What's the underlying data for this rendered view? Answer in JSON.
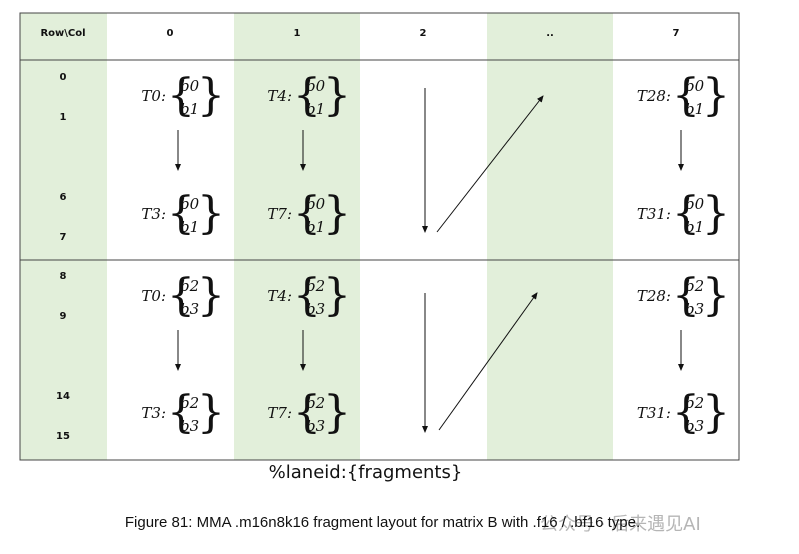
{
  "table": {
    "corner_label": "Row\\Col",
    "columns": [
      "0",
      "1",
      "2",
      "..",
      "7"
    ],
    "rows": [
      "0",
      "1",
      "6",
      "7",
      "8",
      "9",
      "14",
      "15"
    ]
  },
  "fragments": {
    "block_top": {
      "col0": [
        {
          "thread": "T0",
          "regs": [
            "b0",
            "b1"
          ]
        },
        {
          "thread": "T3",
          "regs": [
            "b0",
            "b1"
          ]
        }
      ],
      "col1": [
        {
          "thread": "T4",
          "regs": [
            "b0",
            "b1"
          ]
        },
        {
          "thread": "T7",
          "regs": [
            "b0",
            "b1"
          ]
        }
      ],
      "col7": [
        {
          "thread": "T28",
          "regs": [
            "b0",
            "b1"
          ]
        },
        {
          "thread": "T31",
          "regs": [
            "b0",
            "b1"
          ]
        }
      ]
    },
    "block_bottom": {
      "col0": [
        {
          "thread": "T0",
          "regs": [
            "b2",
            "b3"
          ]
        },
        {
          "thread": "T3",
          "regs": [
            "b2",
            "b3"
          ]
        }
      ],
      "col1": [
        {
          "thread": "T4",
          "regs": [
            "b2",
            "b3"
          ]
        },
        {
          "thread": "T7",
          "regs": [
            "b2",
            "b3"
          ]
        }
      ],
      "col7": [
        {
          "thread": "T28",
          "regs": [
            "b2",
            "b3"
          ]
        },
        {
          "thread": "T31",
          "regs": [
            "b2",
            "b3"
          ]
        }
      ]
    }
  },
  "legend": "%laneid:{fragments}",
  "caption": "Figure 81: MMA .m16n8k16 fragment layout for matrix B with .f16 / .bf16 type.",
  "watermark": "公众号 · 后来遇见AI",
  "colors": {
    "highlight": "#e2efda",
    "border": "#444444",
    "background": "#ffffff"
  }
}
